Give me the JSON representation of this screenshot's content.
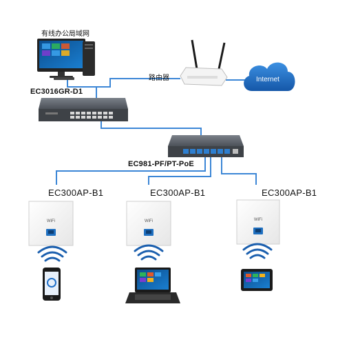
{
  "labels": {
    "pc": "有线办公局域网",
    "router": "路由器",
    "internet": "Internet",
    "core_switch": "EC3016GR-D1",
    "poe_switch": "EC981-PF/PT-PoE",
    "ap_left": "EC300AP-B1",
    "ap_middle": "EC300AP-B1",
    "ap_right": "EC300AP-B1",
    "ap_panel_text": "WiFi"
  },
  "icons": {
    "pc": "desktop-computer-icon",
    "router": "wireless-router-icon",
    "internet": "cloud-icon",
    "core_switch": "rack-switch-icon",
    "poe_switch": "poe-switch-icon",
    "ap": "wall-panel-ap-icon",
    "wifi": "wifi-signal-icon",
    "phone": "smartphone-icon",
    "laptop": "laptop-icon",
    "tablet": "tablet-icon"
  },
  "colors": {
    "cable_blue": "#3b86d6",
    "cloud_blue": "#1f6fc8",
    "switch_grey": "#5a5f66",
    "wifi_blue": "#1b5fae",
    "port_blue": "#2e7fd0"
  }
}
